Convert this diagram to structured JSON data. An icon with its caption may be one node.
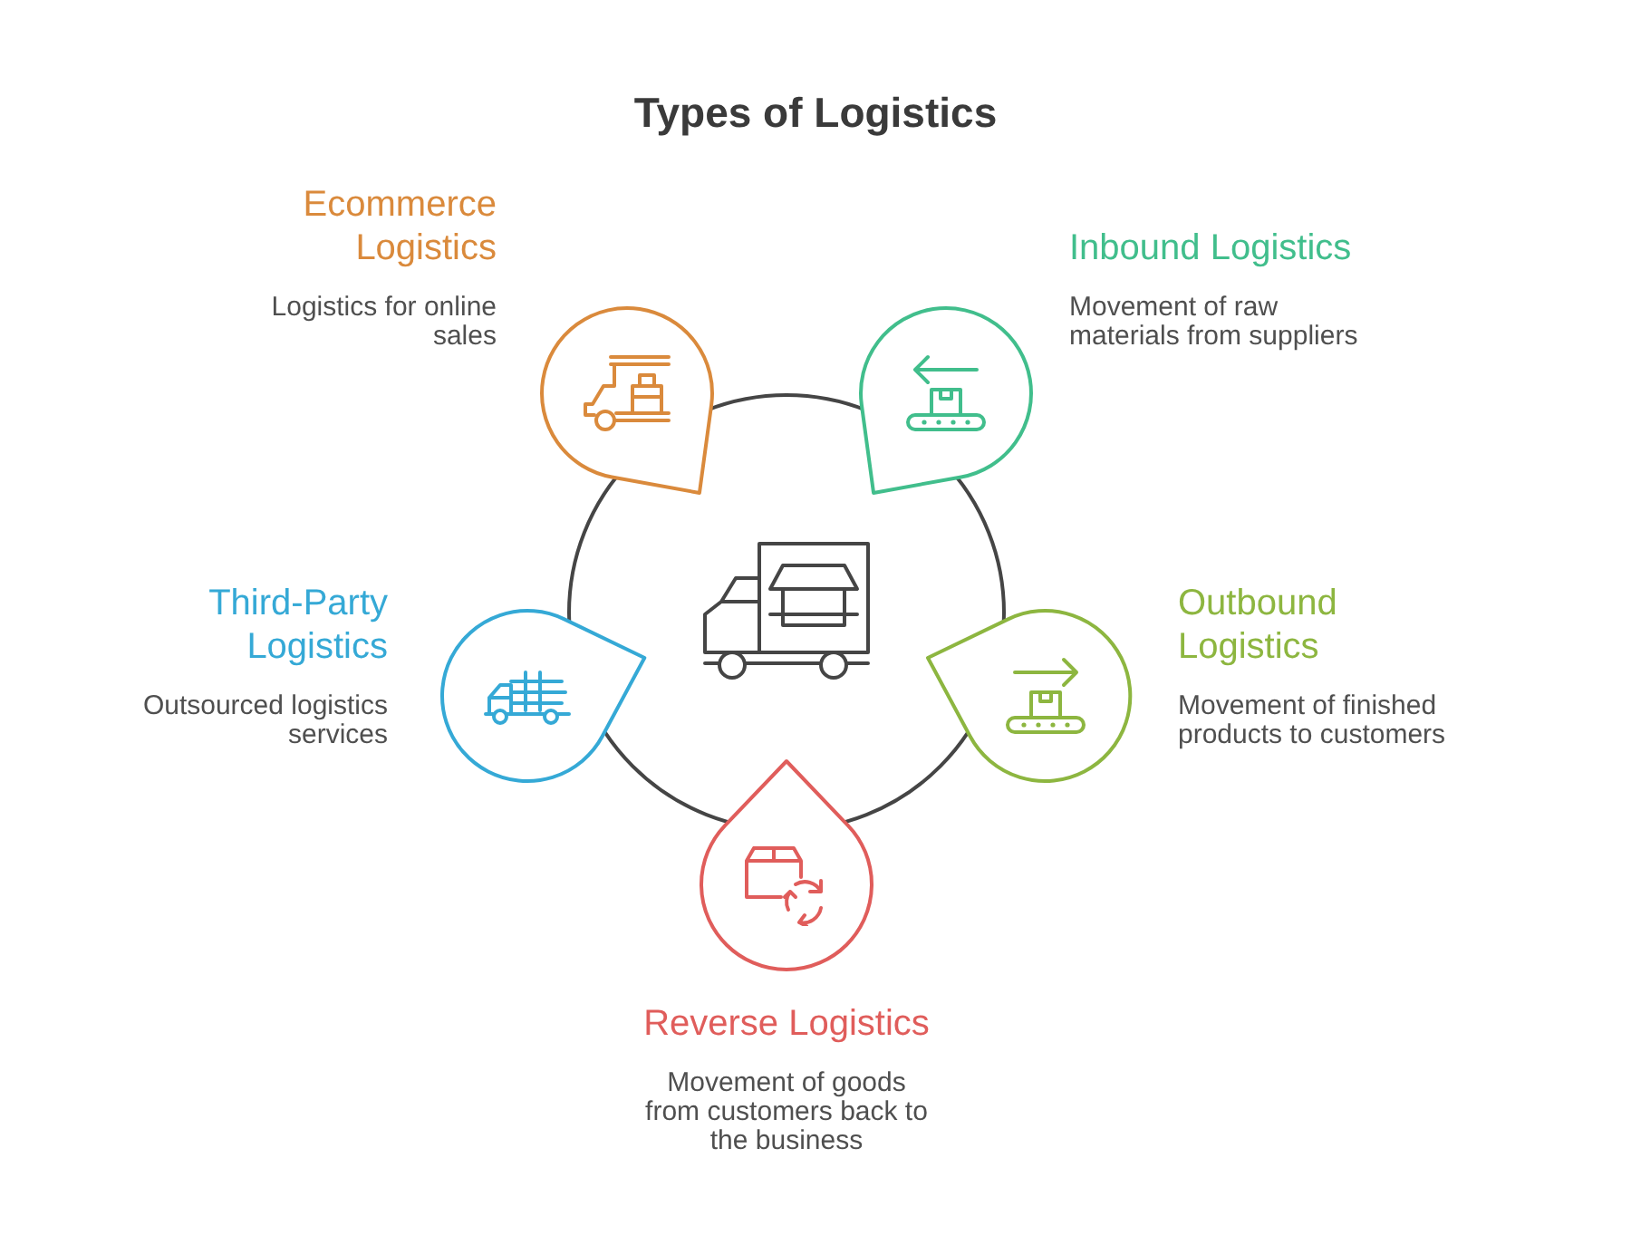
{
  "diagram": {
    "title": "Types of Logistics",
    "nodes": [
      {
        "text": [
          "Ecommerce Logistics",
          "Logistics for online sales"
        ]
      },
      {
        "text": [
          "Inbound Logistics",
          "Movement of raw materials from suppliers"
        ]
      },
      {
        "text": [
          "Third-Party Logistics",
          "Outsourced logistics services"
        ]
      },
      {
        "text": [
          "Outbound Logistics",
          "Movement of finished products to customers"
        ]
      },
      {
        "text": [
          "Reverse Logistics",
          "Movement of goods from customers back to the business"
        ]
      }
    ]
  }
}
